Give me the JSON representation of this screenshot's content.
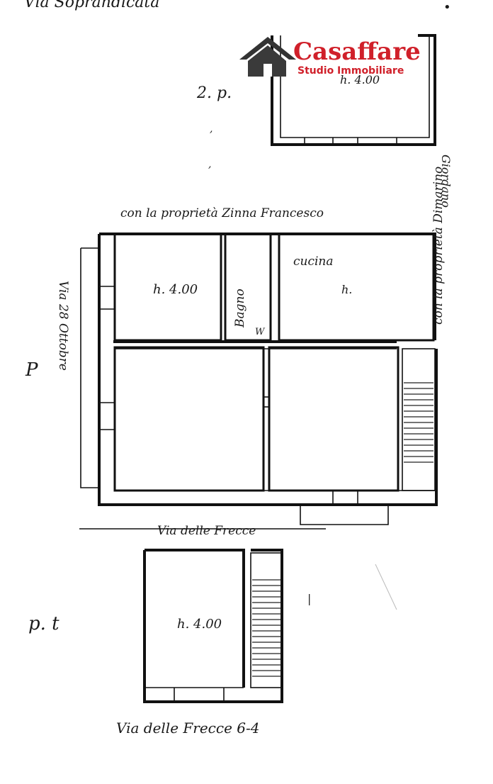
{
  "header_text": "Via Soprandicata",
  "logo": {
    "name": "Casaffare",
    "subtitle": "Studio Immobiliare",
    "color": "#d0202a",
    "house_color": "#333333"
  },
  "second_floor": {
    "label": "2. p.",
    "room_height": "h. 4.00"
  },
  "first_floor": {
    "label": "P",
    "top_boundary": "con la proprietà Zinna Francesco",
    "right_boundary_top": "Giordano",
    "right_boundary": "con la proprietà Dimarino",
    "left_street": "Via 28 Ottobre",
    "bottom_street": "Via delle Frecce",
    "rooms": {
      "bedroom_height": "h. 4.00",
      "bathroom": "Bagno",
      "wc": "W",
      "kitchen": "cucina",
      "kitchen_height": "h."
    }
  },
  "ground_floor": {
    "label": "p. t",
    "room_height": "h. 4.00",
    "street": "Via delle Frecce 6-4"
  }
}
